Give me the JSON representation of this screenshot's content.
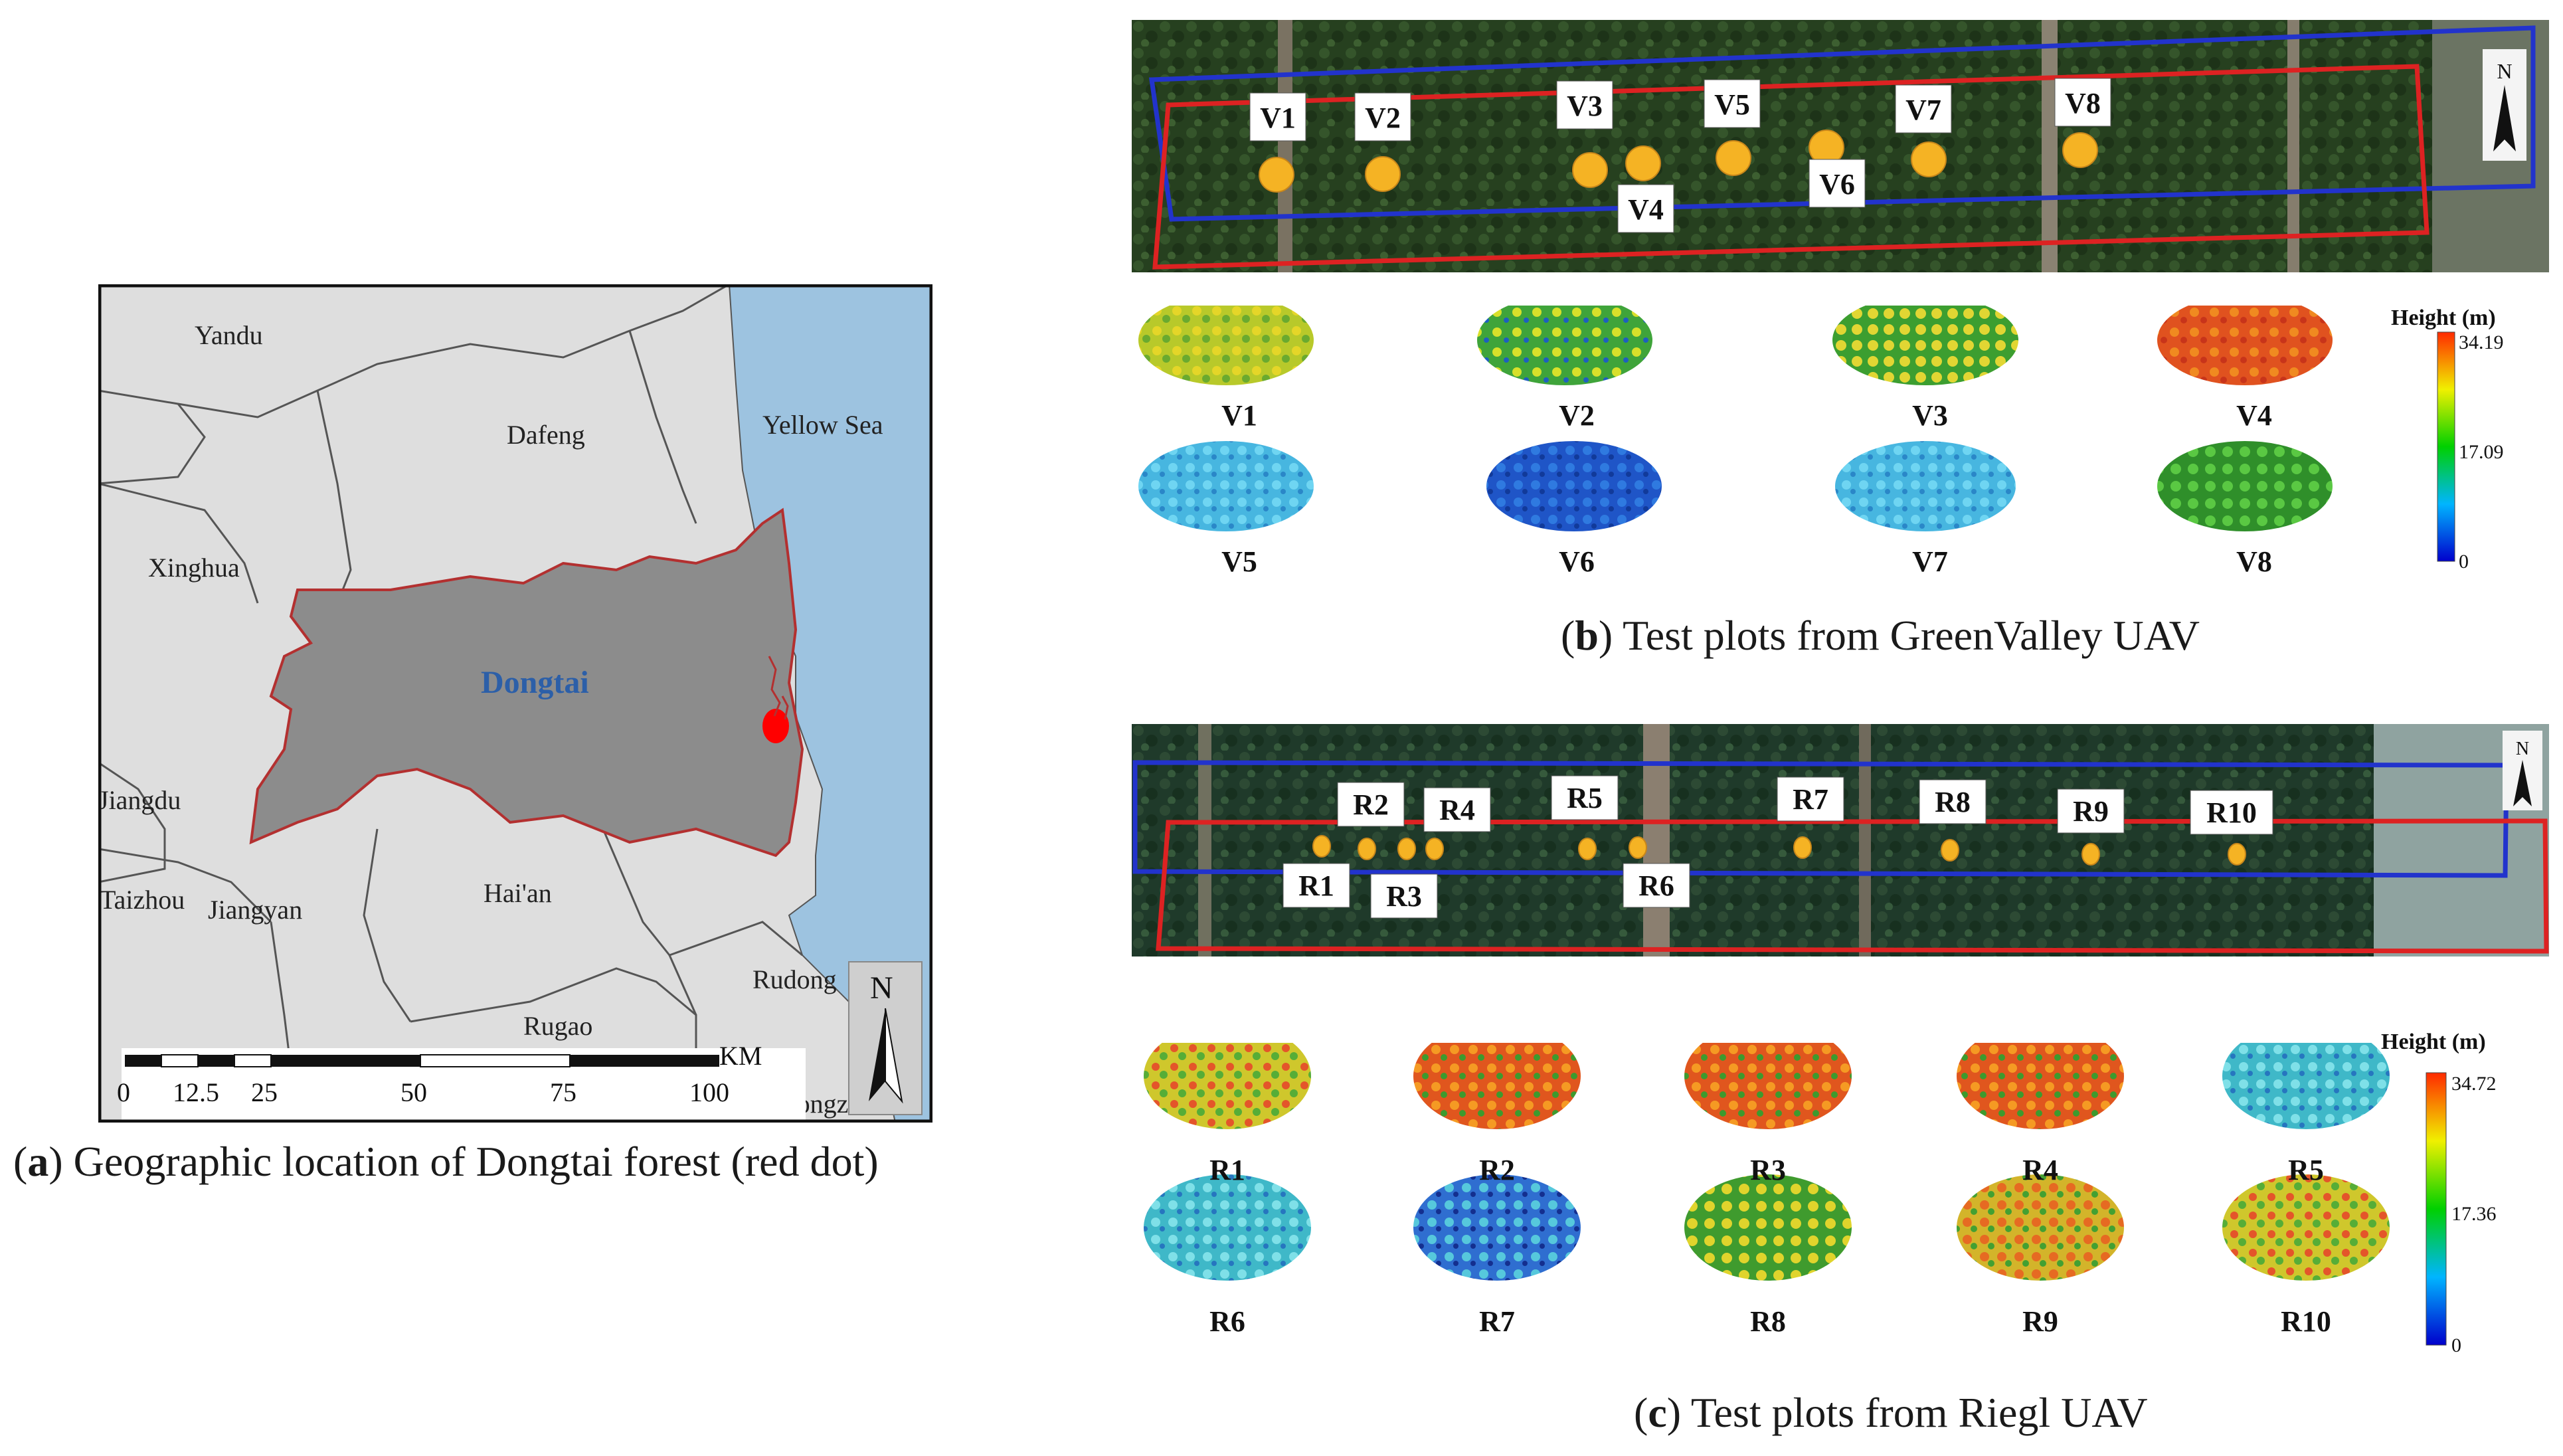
{
  "panel_a": {
    "caption_letter": "a",
    "caption_text": "Geographic location of Dongtai forest (red dot)",
    "regions": [
      "Yandu",
      "Dafeng",
      "Xinghua",
      "Jiangdu",
      "Taizhou",
      "Jiangyan",
      "Hai'an",
      "Rugao",
      "Rudong",
      "Tongzhou"
    ],
    "highlight_region": "Dongtai",
    "sea_label": "Yellow Sea",
    "scale_unit": "KM",
    "scale_ticks": [
      "0",
      "12.5",
      "25",
      "50",
      "75",
      "100"
    ],
    "north_label": "N",
    "colors": {
      "land": "#dedede",
      "sea": "#9dc3e0",
      "highlight": "#8c8c8c",
      "boundary": "#b33030",
      "dot": "#ff0000",
      "label_blue": "#2c5fa8"
    }
  },
  "panel_b": {
    "caption_letter": "b",
    "caption_text": "Test plots from GreenValley UAV",
    "plot_labels": [
      "V1",
      "V2",
      "V3",
      "V4",
      "V5",
      "V6",
      "V7",
      "V8"
    ],
    "legend_title": "Height (m)",
    "legend_max": "34.19",
    "legend_mid": "17.09",
    "legend_min": "0",
    "north_label": "N"
  },
  "panel_c": {
    "caption_letter": "c",
    "caption_text": "Test plots from Riegl UAV",
    "plot_labels": [
      "R1",
      "R2",
      "R3",
      "R4",
      "R5",
      "R6",
      "R7",
      "R8",
      "R9",
      "R10"
    ],
    "legend_title": "Height (m)",
    "legend_max": "34.72",
    "legend_mid": "17.36",
    "legend_min": "0",
    "north_label": "N"
  }
}
